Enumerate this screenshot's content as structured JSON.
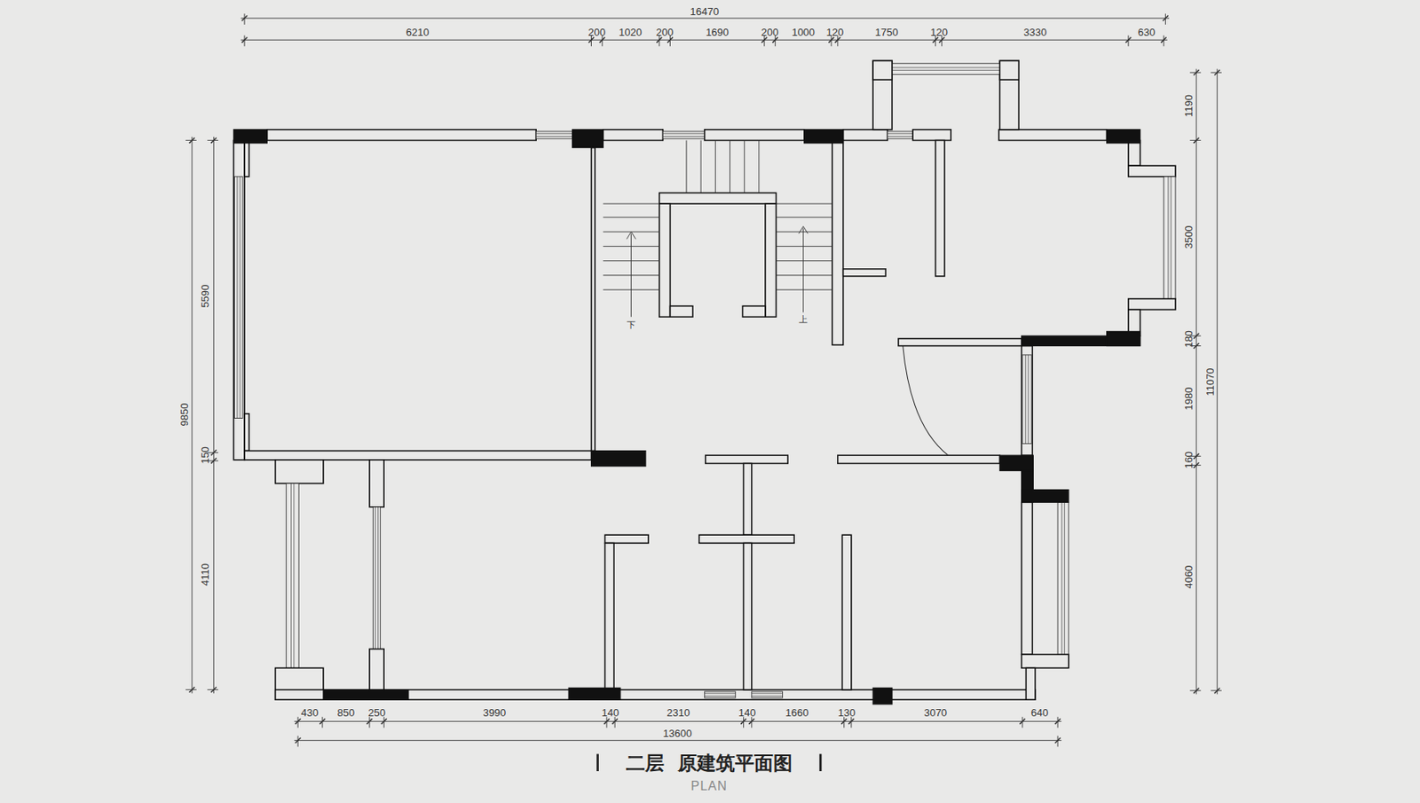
{
  "diagram": {
    "title": "二层  原建筑平面图",
    "caption": "PLAN",
    "labels": [
      "16470",
      "6210",
      "200",
      "1020",
      "200",
      "1690",
      "200",
      "1000",
      "120",
      "1750",
      "120",
      "3330",
      "630",
      "9850",
      "5590",
      "150",
      "4110",
      "11070",
      "1190",
      "3500",
      "180",
      "1980",
      "160",
      "4060",
      "430",
      "850",
      "250",
      "3990",
      "140",
      "2310",
      "140",
      "1660",
      "130",
      "3070",
      "640",
      "13600",
      "下",
      "上"
    ]
  }
}
